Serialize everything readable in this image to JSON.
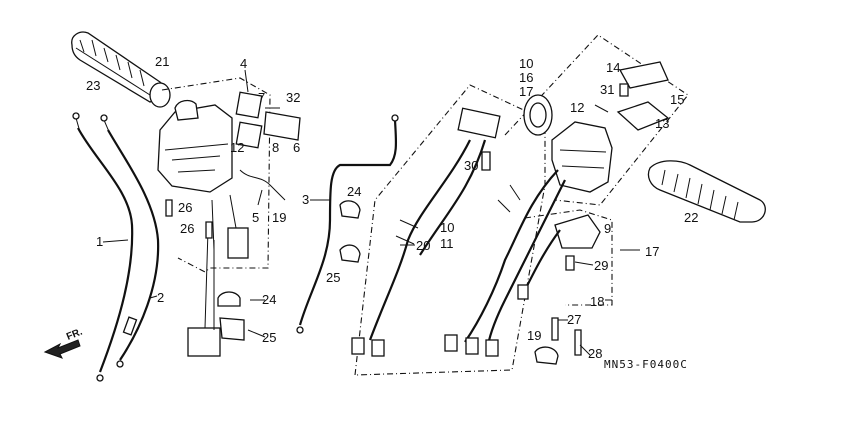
{
  "diagram_code": "MN53-F0400C",
  "direction_marker": "FR.",
  "callouts": [
    "1",
    "2",
    "3",
    "4",
    "5",
    "6",
    "7",
    "8",
    "9",
    "10",
    "10",
    "11",
    "12",
    "12",
    "13",
    "14",
    "15",
    "16",
    "17",
    "17",
    "18",
    "19",
    "19",
    "20",
    "21",
    "22",
    "23",
    "24",
    "24",
    "25",
    "25",
    "26",
    "26",
    "27",
    "28",
    "29",
    "30",
    "31",
    "32"
  ]
}
